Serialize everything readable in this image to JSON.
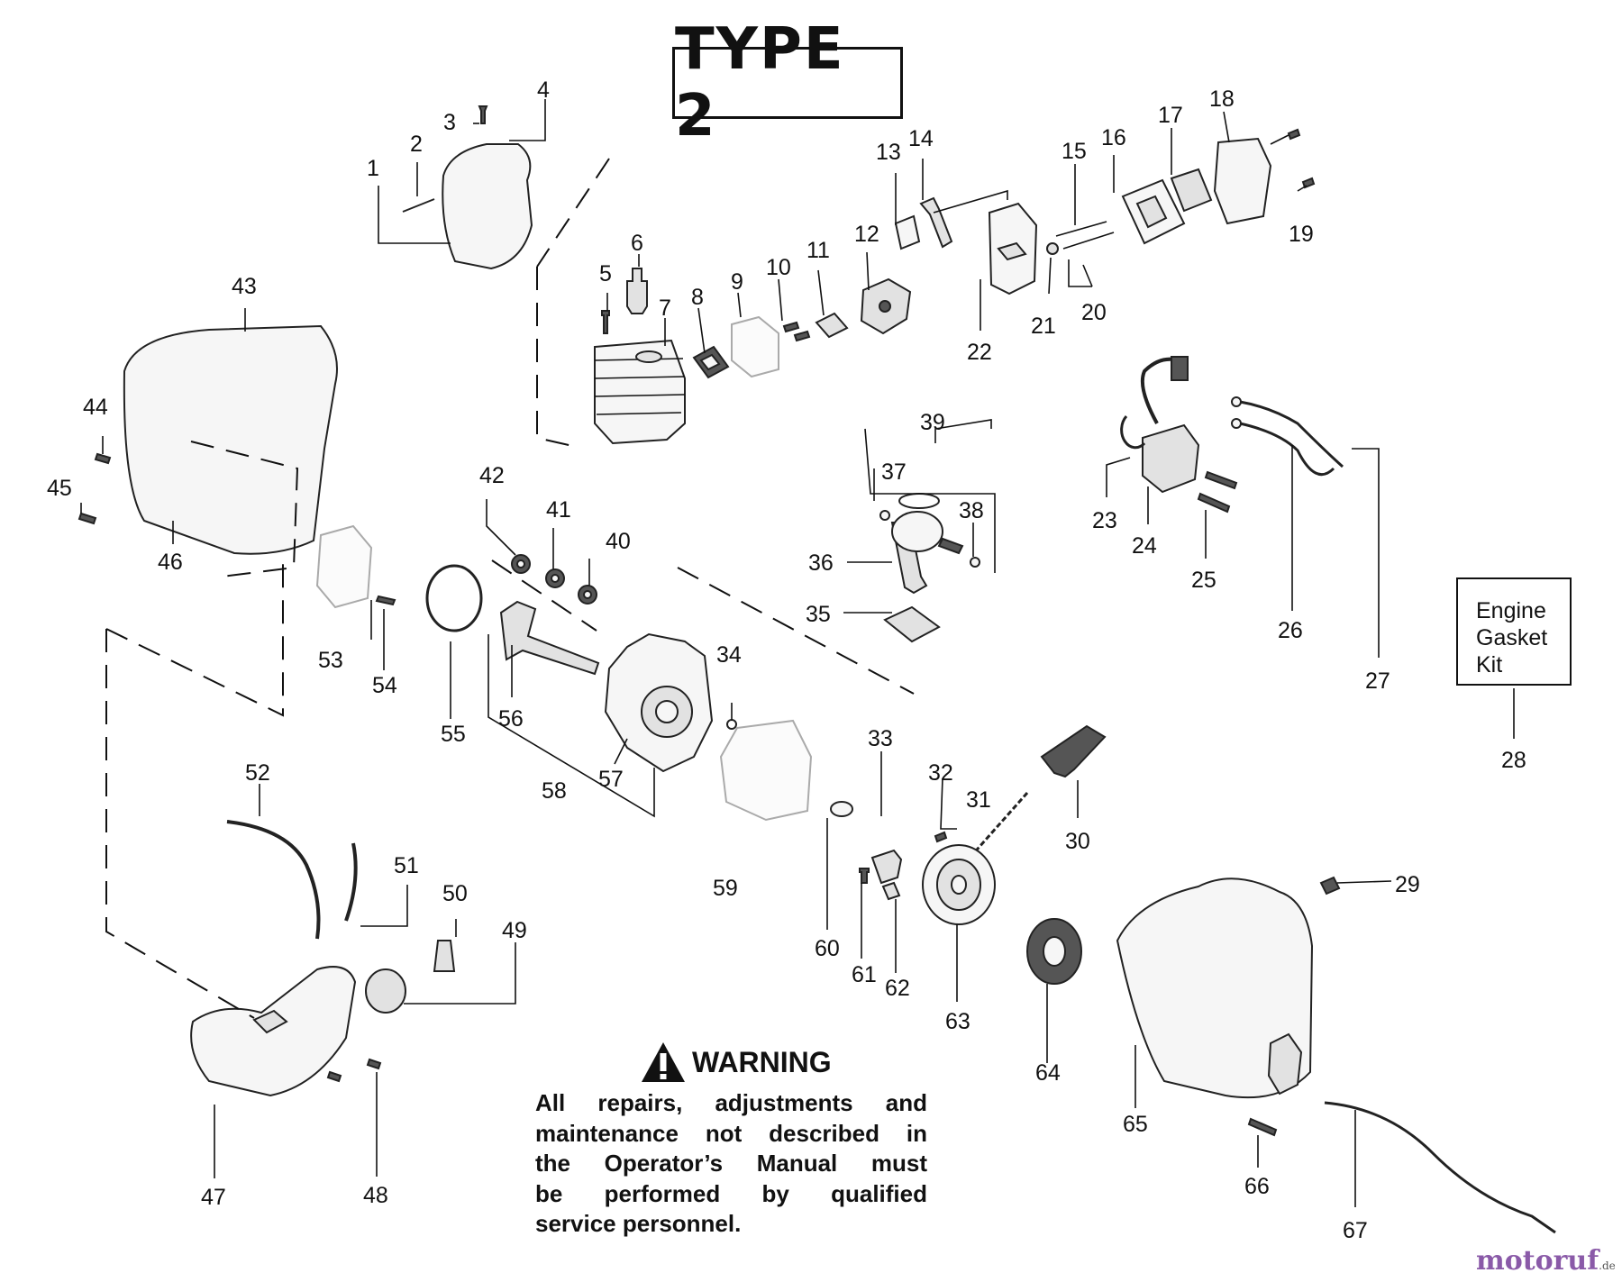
{
  "title": "TYPE 2",
  "kit_box": {
    "lines": [
      "Engine",
      "Gasket",
      "Kit"
    ]
  },
  "warning": {
    "heading": "WARNING",
    "lines": [
      "All repairs, adjustments and",
      "maintenance not described in",
      "the Operator’s Manual must",
      "be performed by qualified",
      "service personnel."
    ]
  },
  "watermark": {
    "brand": "motoruf",
    "tld": ".de"
  },
  "icons": {
    "warning": "warning-triangle-icon"
  },
  "part_numbers": {
    "p1": "1",
    "p2": "2",
    "p3": "3",
    "p4": "4",
    "p5": "5",
    "p6": "6",
    "p7": "7",
    "p8": "8",
    "p9": "9",
    "p10": "10",
    "p11": "11",
    "p12": "12",
    "p13": "13",
    "p14": "14",
    "p15": "15",
    "p16": "16",
    "p17": "17",
    "p18": "18",
    "p19": "19",
    "p20": "20",
    "p21": "21",
    "p22": "22",
    "p23": "23",
    "p24": "24",
    "p25": "25",
    "p26": "26",
    "p27": "27",
    "p28": "28",
    "p29": "29",
    "p30": "30",
    "p31": "31",
    "p32": "32",
    "p33": "33",
    "p34": "34",
    "p35": "35",
    "p36": "36",
    "p37": "37",
    "p38": "38",
    "p39": "39",
    "p40": "40",
    "p41": "41",
    "p42": "42",
    "p43": "43",
    "p44": "44",
    "p45": "45",
    "p46": "46",
    "p47": "47",
    "p48": "48",
    "p49": "49",
    "p50": "50",
    "p51": "51",
    "p52": "52",
    "p53": "53",
    "p54": "54",
    "p55": "55",
    "p56": "56",
    "p57": "57",
    "p58": "58",
    "p59": "59",
    "p60": "60",
    "p61": "61",
    "p62": "62",
    "p63": "63",
    "p64": "64",
    "p65": "65",
    "p66": "66",
    "p67": "67"
  }
}
